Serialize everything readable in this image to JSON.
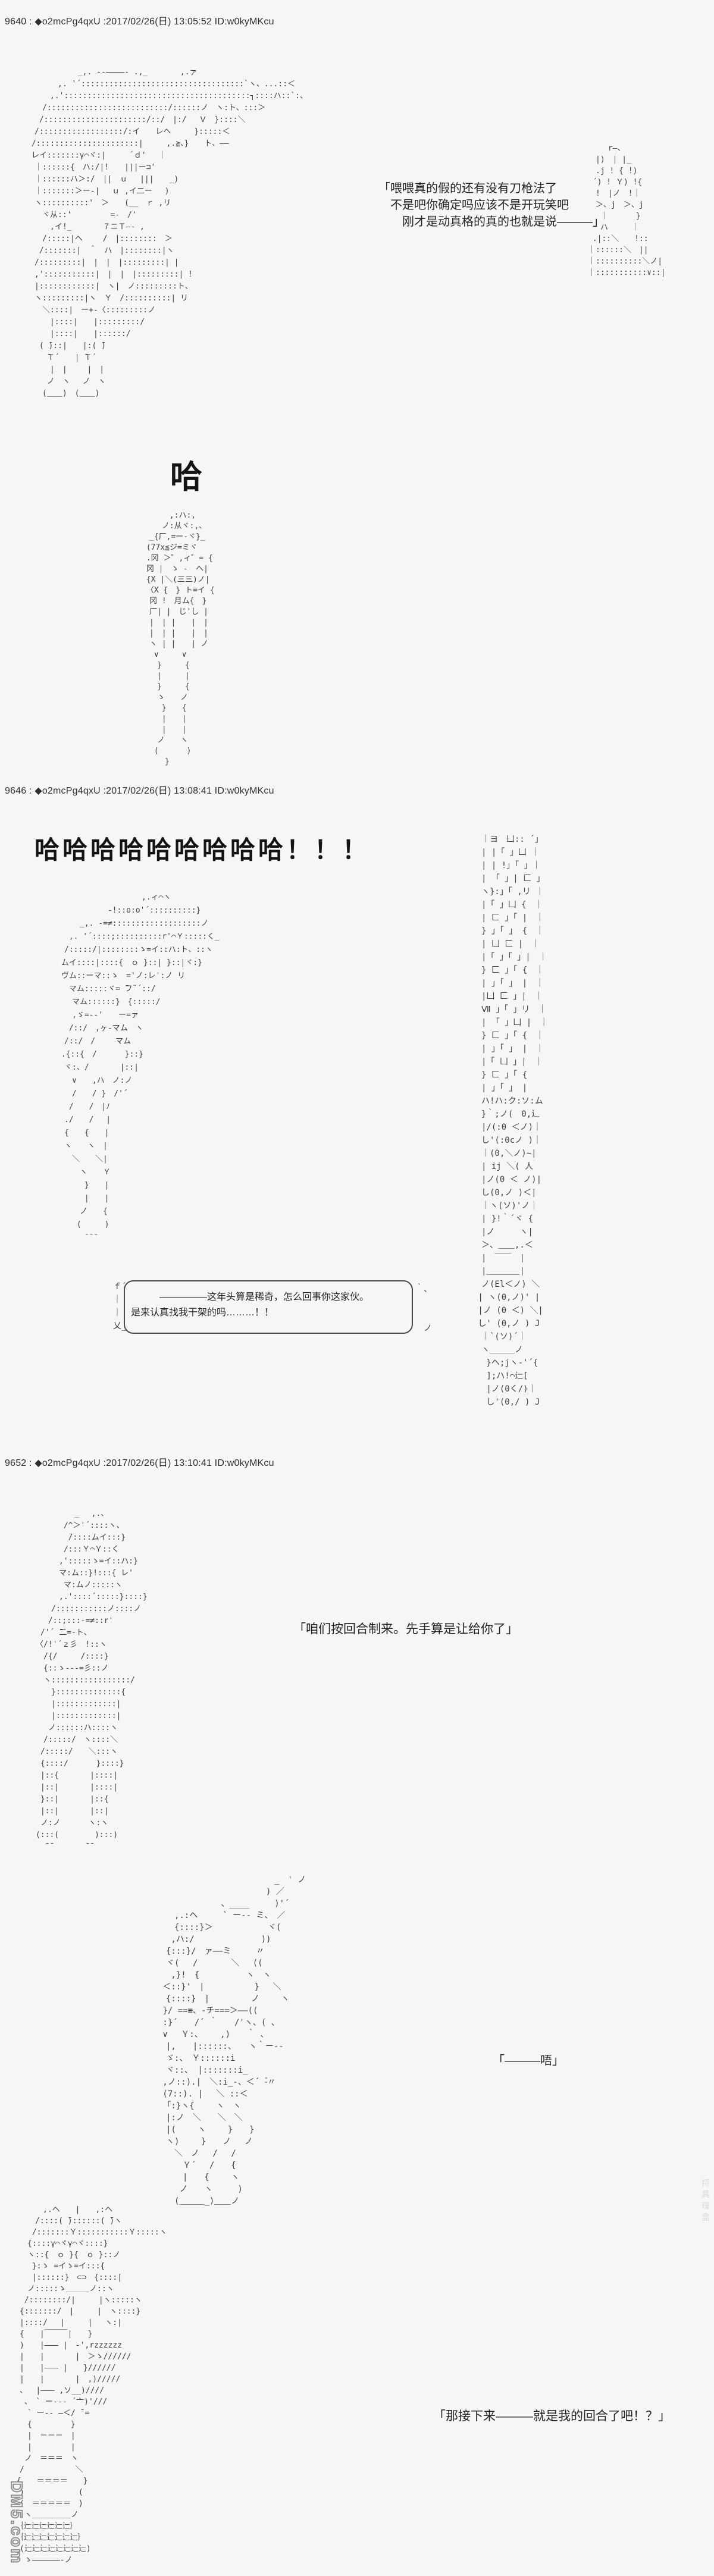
{
  "page": {
    "background": "#f6f6f5",
    "site_watermark": "DM5.com",
    "side_watermark": "捋具瑰盒"
  },
  "posts": [
    {
      "header": "9640 : ◆o2mcPg4qxU :2017/02/26(日) 13:05:52 ID:w0kyMKcu",
      "speech": "「喂喂真的假的还有没有刀枪法了\n　不是吧你确定吗应该不是开玩笑吧\n　　刚才是动真格的真的也就是说―――」",
      "big_text": "哈",
      "aa_main": [
        "　　　　　　 _,. -‐――――- .,_ 　　　 ,.ァ",
        "　　　　,. '´:::::::::::::::::::::::::::::::::::`ヽ、...::＜",
        "　　　,.'::::::::::::::::::::::::::::::::::::::::┐::::ハ::`:、",
        "　　/::::::::::::::::::::::::::/::::::ノ　ヽ:ト、:::＞",
        "　 /::::::::::::::::::::::/::/　|:/　 Ｖ　}::::＼",
        "　/::::::::::::::::::/:イ　　レヘ　　　}:::::＜",
        " /::::::::::::::::::::::|　　　,.≧、}　　ト、――",
        " レイ:::::::γ⌒ヾ:|　　　´ｄ'　 ｜",
        "　｜::::::{　ハ:/|!　　|||ー⊐'",
        "　｜::::::ハ＞:/　||　ｕ　 |||　　_)",
        "　｜:::::::＞ー-|　 ｕ ,イ二ー　 )",
        "　ヽ::::::::::'　＞　　(__　ｒ ,リ",
        "　　ヾ从::'　　　　　=-　/'",
        "　　　,イ!_　　　　７ニＴ―- ,",
        "　　/:::::|ヘ　　 /　|::::::::　＞",
        "　 /:::::::|　＾　ハ　|::::::::|ヽ",
        "　/:::::::::|　|　|　|:::::::::| |",
        "　,':::::::::::|　|　|　|:::::::::| !",
        "　|::::::::::::|　ヽ|　ノ:::::::::ト、",
        "　ヽ:::::::::|ヽ　Ｙ　/::::::::::| リ",
        "　　＼::::|　ー+-〈:::::::::ノ",
        "　　　|::::|　　|:::::::::/",
        "　　　|::::|　　|::::::/",
        "　 ( ̄)::|　　|:( ̄)",
        "　　 ̄Ｔ´　　| ̄Ｔ´",
        "　　　|　|　　 |　|",
        "　　 ノ　ヽ　 ノ　ヽ",
        "　　(＿＿)　(＿＿)"
      ],
      "aa_side": [
        "　　 r―、",
        "　|)　| |_",
        "　.j ! { !)",
        " ´) ! Ｙ) !{",
        "　!　|ノ　!｜",
        "　＞、j　＞、j",
        "　 ｜　　　 }",
        "　 ハ　　　｜",
        " .|::＼　　!::",
        "｜::::::＼　||",
        "｜::::::::::＼ノ|",
        "｜:::::::::::∨::|"
      ],
      "aa_small": [
        "　　　　 ,:ハ:,",
        "　　　 ノ:从ヾ:,、",
        "　　_{厂,=ー-ヾ}_",
        "　 (77x≦ジ=ミヾ",
        "　 .冈 ＞゜,ィ゜= {",
        "　 冈 |　ゝ -　ヘ|",
        "　 {X |＼(三三)ノ|",
        "　 〈X {　} ト=イ {",
        "　　冈 !　月ム{　}",
        "　　厂| |　じ'し |",
        "　　|　| |　　|　|",
        "　　|　| |　　|　|",
        "　　ヽ | |　　| ノ",
        "　　 ∨　　　∨",
        "　　　}　　　{",
        "　　　|　　　|",
        "　　　}　　　{",
        "　　　ゝ　　ノ",
        "　　　 }　　{",
        "　　　 |　　|",
        "　　　 |　　|",
        "　　　ノ　　ヽ",
        "　　 (　　　 )",
        "　　　　}"
      ]
    },
    {
      "header": "9646 : ◆o2mcPg4qxU :2017/02/26(日) 13:08:41 ID:w0kyMKcu",
      "big_text": "哈哈哈哈哈哈哈哈哈！！！",
      "box_text": "　　　―――――这年头算是稀奇，怎么回事你这家伙。\n是来认真找我干架的吗………！！",
      "box_deco_left": "ｆ´\n｜\n｜\n乂_",
      "box_deco_right": "｀、\n\n\n　ノ",
      "aa_left": [
        "　　　　　　　　　　　,.ィ⌒ヽ",
        "　　　　　　 -!::o:o'´::::::::::}",
        "　　　_,. -=≠:::::::::::::::::::ノ",
        "　 ,. '´::::;::::::::::r'⌒Ｙ:::::く_",
        "　/:::::/|::::::::ゝ=イ::ハ:ト、::ヽ",
        " ムイ::::|::::{　ｏ }::| }::|ヾ:}",
        " ヴム::ーマ::ゝ　='ノ:レ':ノ リ",
        "　 マム:::::ヾ= ̄フ¨´::/",
        "　　マム::::::}　{:::::/",
        "　　,ゞ=-‐'　　ー=ァ",
        "　 /::/　,ヶ‐マム　ヽ",
        "　/::/　/　　 マム",
        " .{::{　/　　　 }::}",
        "　ヾ:、/　　　　|::|",
        "　　∨　　,ハ　ノ:ノ",
        "　　/　　/ }　/'´",
        "　 /　　/　|ﾉ",
        "　./　　/　 |",
        "　{　　{　　|",
        "　ヽ　　ヽ　|",
        "　　＼　　＼|",
        "　　　ヽ　　Ｙ",
        "　　　 }　　|",
        "　　　 |　　|",
        "　　　ノ　　{",
        "　　 (　　　)",
        "　　　 ̄ ̄ ̄"
      ],
      "aa_right": [
        "　｜ヨ　凵:: ´」",
        "　| |「 」凵 ｜",
        "　| | !」「 」｜",
        "　| 「 」| 匚 」",
        "　ヽ}:」「 ,リ ｜",
        "　|「 」凵 {　｜",
        "　| 匚 」「 |　｜",
        "　} 」「 」 {　｜",
        "　| 凵 匚 |　｜",
        "　|「 」「 」|　｜",
        "　} 匚 」「 {　｜",
        "　| 」「 」 |　｜",
        "　|凵 匚 」|　｜",
        "　Ⅶ 」「 」リ　｜",
        "　| 「 」凵 |　｜",
        "　} 匚 」「 {　｜",
        "　| 」「 」 |　｜",
        "　|「 凵 」|　｜",
        "　} 匚 」「 {",
        "　| 」「 」 |",
        "　ハ!ハ:ク:ソ:ム",
        "　}｀;ノ(　0,辶",
        "　|/(:0 ＜ノ)｜",
        "　し'(:0cノ )｜",
        "　｜(0,＼ノ)~|",
        "　| ij ＼( 人",
        "　|ノ(0 ＜ ノ)|",
        "　し(0,ノ )＜|",
        "　｜ヽ(ソ)'ノ｜",
        "　| }!｀´ヾ {",
        "　|ノ　　　ヽ|",
        "　＞、＿＿,.＜",
        "　|　￣￣　|",
        "　|＿＿＿＿|",
        "　ノ(El＜ノ) ＼",
        " | ヽ(0,ノ)' |",
        " |ノ (0 ＜) ＼|",
        " し' (0,ノ ) J",
        "　｜`(ソ)´｜",
        "　ヽ＿＿＿ノ",
        "　 }ヘ;jヽ-'´{",
        "　 ];ハ!⌒辷[",
        "　 |ノ(0く/)｜",
        "　 し'(0,/ ) J"
      ]
    },
    {
      "header": "9652 : ◆o2mcPg4qxU :2017/02/26(日) 13:10:41 ID:w0kyMKcu",
      "speech_a": "「咱们按回合制来。先手算是让给你了」",
      "speech_b": "「―――唔」",
      "speech_c": "「那接下来―――就是我的回合了吧！？」",
      "aa_a": [
        "　　　　　_　 ,.、",
        "　　　 /^＞'´::::ヽ、",
        "　　　  ̄/::::ムイ:::}",
        "　　　 /:::Ｙ⌒Ｙ::く",
        "　　　,':::::ゝ=イ::ハ:}",
        "　　　マ:ム::}!:::{ レ'",
        "　　　 マ:ムノ:::::ヽ",
        "　　　,.'::::´:::::}::::}",
        "　　/:::::::::::ノ::::ノ",
        "　 /::;:::-=≠::r'",
        " /'´ ̄二=‐ト、",
        "〈/!'´ｚ彡　!::ヽ",
        "　/{/　　　/::::}",
        "　{::ゝ--‐=彡::ノ",
        "　ヽ:::::::::::::::::/",
        "　　}::::::::::::::{",
        "　　|:::::::::::::|",
        "　　|:::::::::::::|",
        "　 ノ::::::ハ::::ヽ",
        "　/:::::/　ヽ::::＼",
        " /:::::/　　＼:::ヽ",
        " {::::/　　　 }::::}",
        " |::{　　　　|::::|",
        " |::|　　　　|::::|",
        " }::|　　　　|::{",
        " |::|　　　　|::|",
        " ノ:ノ　　　 ヽ:ヽ",
        "(:::(　　　　 ):::)",
        "  ̄ ̄　　　　 ̄ ̄"
      ],
      "aa_b": [
        "　　　　　　　　　　　　　　_　' ノ",
        "　　　　　　　　　　　　　) ／",
        "　　　　　　　 、____　　　)'´",
        "　　,.:ヘ　　　` ー-- ミ、　／",
        "　　{::::}＞　　　　　　 ヾ(",
        "　 ,ハ:/　　　　　　　　))",
        "　{:::}/　ァ――ミ　　　〃",
        "　ヾ(　 /　　　　＼　 ((",
        "　 ,}!　{　　　　　 ヽ　ヽ",
        " ＜::}'　|　　　　　　}　 ＼",
        "　{::::}　|　　　　　ノ　　 ヽ",
        " }/ ==≡、-チ===＞――((",
        " :}´　　/´ ｀　　/'ヽ、( 、",
        " ∨　 Ｙ:、　　 ,)　　｀ 、",
        "　|,　　|::::::、　　ヽ｀ー--",
        "　ゞ:、　Ｙ::::::i",
        "　ヾ::、 |:::::::i_",
        " ,ノ::).|　＼:i_-、＜´ -゙〃",
        " (7::). |　 ＼ ::＜",
        " 「:}ヽ{　　 ヽ　ヽ",
        "　|:ノ　＼　　＼　＼",
        "　|(　　 ヽ　　 }　　}",
        "　ヽ)　　 }　　ノ　 ノ",
        "　　＼　ノ　 /　 /",
        "　　　Ｙ´　 /　　{",
        "　　　|　　{　　 ヽ",
        "　　 ノ　　ヽ　　　)",
        "　　(＿＿＿_)＿＿ノ"
      ],
      "aa_c": [
        "　　　　,.ヘ　　|　　,:ヘ",
        "　　　/::::( ̄)::::::( ̄)ヽ",
        "　　 /:::::::Ｙ:::::::::::Ｙ:::::ヽ",
        "　　{::::γ⌒ヾγ⌒ヾ::::}",
        "　　ヽ::{　ｏ }{　ｏ }::ノ",
        "　　 }:ゝ =イゝ=イ:::{",
        "　　 |::::::}　⊂⊃　{::::|",
        "　　ノ:::::ゝ＿＿＿ノ::ヽ",
        "　 /::::::::/|　　　|ヽ:::::ヽ",
        "　{:::::::/　|　　　|　ヽ::::}",
        "　|::::/　 |　　　|　 ヽ:|",
        "　{　　|￣￣￣|　　}",
        "　)　　|――― |　-',rzzzzzz",
        "　|　　|　　　　|　＞ゝ//////",
        "　|　　|――― |　　}//////",
        "　|　　|　　　　|　,)/////",
        "　、　 |――― ,ソ__)////",
        "　 、　` ー--‐ ´亠)'///",
        "　　` ー-- ―＜/ ̄ =",
        "　　{　　　　　}",
        "　　|　＝＝＝　|",
        "　　|　　　　　|",
        "　 ノ　＝＝＝　ヽ",
        "　/　　　　　　 ＼",
        " {　　＝＝＝＝　　}",
        "　)　　　　　　　(",
        "　(　＝＝＝＝＝　)",
        "　 ヽ＿＿＿＿＿ノ",
        "　｛辷辷辷辷辷辷｝",
        "　｛辷辷辷辷辷辷辷｝",
        "　(辷辷辷辷辷辷辷辷)",
        "　 ゝ――――――‐ノ"
      ]
    }
  ]
}
